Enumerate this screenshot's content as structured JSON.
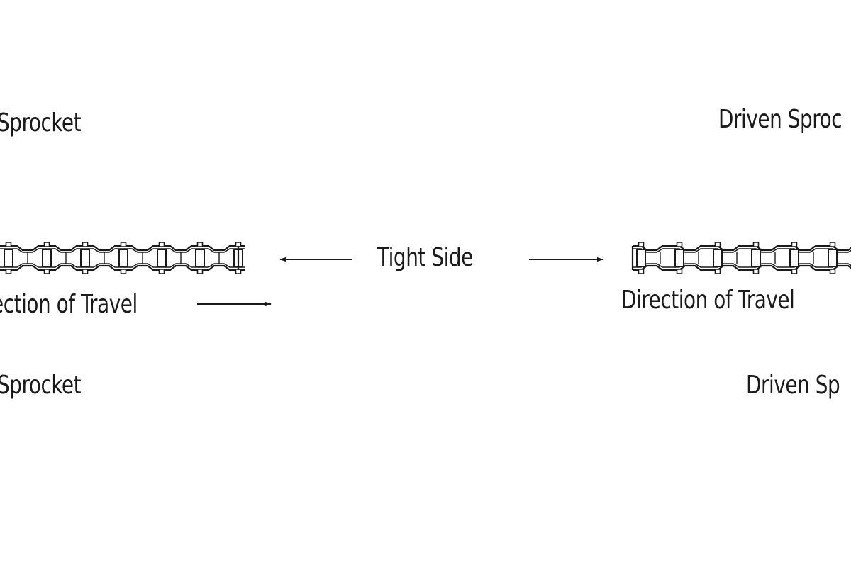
{
  "labels": {
    "drive_sprocket_top": "Sprocket",
    "drive_sprocket_bottom": "Sprocket",
    "driven_sprocket_top": "Driven Sproc",
    "driven_sprocket_bottom": "Driven Sp",
    "tight_side": "Tight Side",
    "direction_left": "ection of Travel",
    "direction_right": "Direction of Travel"
  },
  "colors": {
    "ink": "#1a1a1a",
    "background": "#ffffff"
  }
}
